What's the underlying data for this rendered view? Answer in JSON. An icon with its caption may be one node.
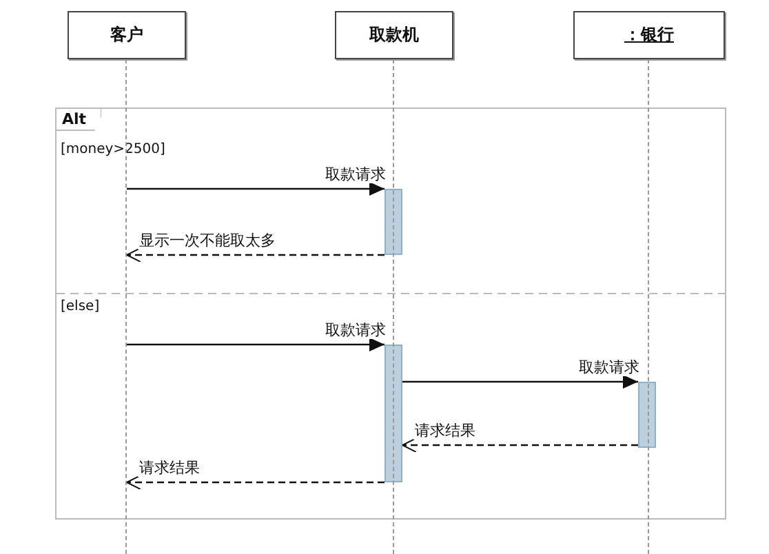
{
  "diagram": {
    "nodes": [
      {
        "text": [
          "客户"
        ]
      },
      {
        "text": [
          "取款机"
        ]
      },
      {
        "text": [
          "：银行"
        ]
      },
      {
        "text": [
          "Alt",
          "[money>2500]",
          "[else]"
        ]
      },
      {
        "text": [],
        "shape": "bar",
        "in": 3
      },
      {
        "text": [],
        "shape": "bar",
        "in": 3
      },
      {
        "text": [],
        "shape": "bar",
        "in": 3
      },
      {
        "text": [],
        "shape": "line"
      },
      {
        "text": [],
        "shape": "line"
      },
      {
        "text": [],
        "shape": "line"
      }
    ],
    "edges": [
      {
        "from": 7,
        "to": 4,
        "arrow": "to",
        "label": "取款请求"
      },
      {
        "from": 4,
        "to": 7,
        "arrow": "to",
        "label": "显示一次不能取太多",
        "style": "dashed"
      },
      {
        "from": 7,
        "to": 5,
        "arrow": "to",
        "label": "取款请求"
      },
      {
        "from": 5,
        "to": 6,
        "arrow": "to",
        "label": "取款请求"
      },
      {
        "from": 6,
        "to": 5,
        "arrow": "to",
        "label": "请求结果",
        "style": "dashed"
      },
      {
        "from": 5,
        "to": 7,
        "arrow": "to",
        "label": "请求结果",
        "style": "dashed"
      }
    ]
  }
}
